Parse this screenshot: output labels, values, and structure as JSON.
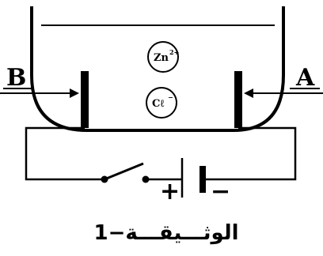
{
  "diagram": {
    "electrodes": {
      "left_label": "B",
      "right_label": "A"
    },
    "ions": {
      "cation_base": "Zn",
      "cation_charge": "2+",
      "anion_base": "Cℓ",
      "anion_charge": "−"
    },
    "battery": {
      "positive_label": "+",
      "negative_label": "−"
    },
    "caption": "الوثـــيقـــة−1"
  }
}
